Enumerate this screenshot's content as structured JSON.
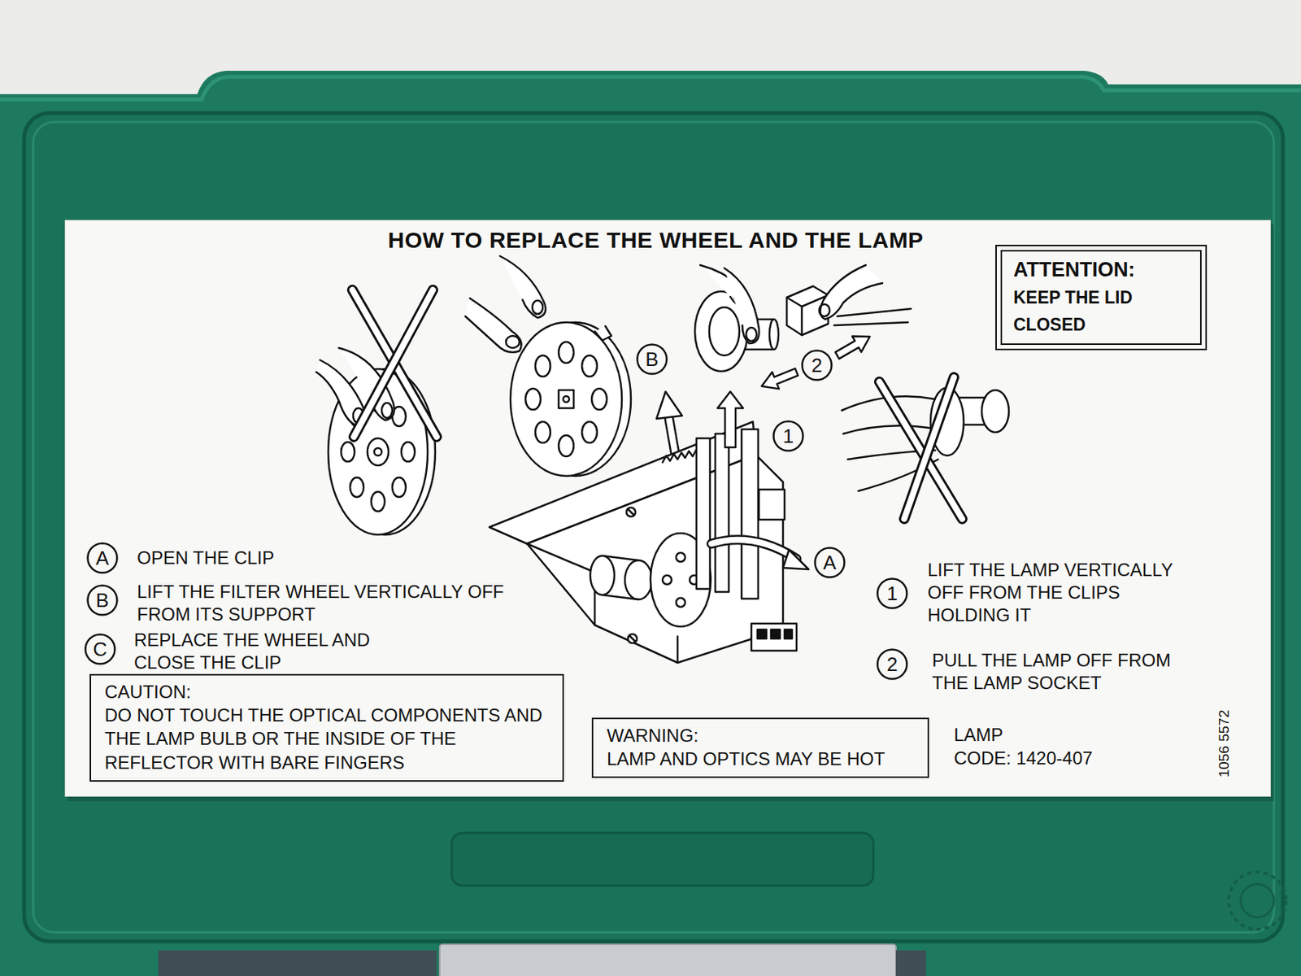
{
  "diagram": {
    "title": "HOW TO REPLACE THE WHEEL AND THE LAMP",
    "nodes": [
      {
        "text": [
          "ATTENTION:",
          "KEEP THE LID CLOSED"
        ]
      },
      {
        "text": [
          "B"
        ]
      },
      {
        "text": [
          "2"
        ]
      },
      {
        "text": [
          "1"
        ]
      },
      {
        "text": [
          "A"
        ]
      },
      {
        "text": [
          "A"
        ]
      },
      {
        "text": [
          "1"
        ]
      },
      {
        "text": [
          "B"
        ]
      },
      {
        "text": [
          "C"
        ]
      },
      {
        "text": [
          "2"
        ]
      },
      {
        "text": [
          "CAUTION:",
          "DO NOT TOUCH THE OPTICAL COMPONENTS AND THE LAMP BULB OR THE INSIDE OF THE REFLECTOR WITH BARE FINGERS"
        ]
      },
      {
        "text": [
          "WARNING:",
          "LAMP AND OPTICS MAY BE HOT"
        ]
      }
    ],
    "labels": [
      "OPEN THE CLIP",
      "LIFT THE FILTER WHEEL VERTICALLY OFF FROM ITS SUPPORT",
      "REPLACE THE WHEEL AND CLOSE THE CLIP",
      "LIFT THE LAMP VERTICALLY OFF FROM THE CLIPS HOLDING IT",
      "PULL THE LAMP OFF FROM THE LAMP SOCKET",
      "LAMP",
      "CODE: 1420-407",
      "1056 5572"
    ]
  }
}
